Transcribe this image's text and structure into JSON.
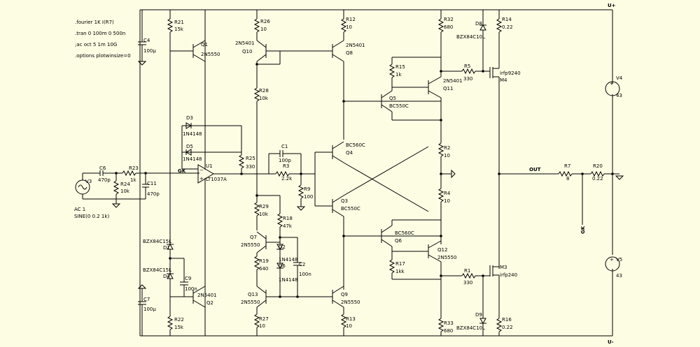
{
  "spice_directives": [
    ".fourier 1K I(R7)",
    ".tran 0 100m 0 500n",
    ";ac oct 5 1m 10G",
    ".options plotwinsize=0"
  ],
  "rails": {
    "pos": "U+",
    "neg": "U-"
  },
  "net_labels": {
    "gk_input": "GK",
    "gk_output": "GK",
    "out": "OUT"
  },
  "source_v3": {
    "name": "V3",
    "ac": "AC 1",
    "sine": "SINE(0 0.2 1k)"
  },
  "components": {
    "R21": {
      "name": "R21",
      "value": "15k"
    },
    "R22": {
      "name": "R22",
      "value": "15k"
    },
    "R26": {
      "name": "R26",
      "value": "10"
    },
    "R28": {
      "name": "R28",
      "value": "10k"
    },
    "R25": {
      "name": "R25",
      "value": "330"
    },
    "R23": {
      "name": "R23",
      "value": "1k"
    },
    "R24": {
      "name": "R24",
      "value": "10k"
    },
    "R3": {
      "name": "R3",
      "value": "2.2k"
    },
    "R9": {
      "name": "R9",
      "value": "100"
    },
    "R29": {
      "name": "R29",
      "value": "10k"
    },
    "R18": {
      "name": "R18",
      "value": "47k"
    },
    "R19": {
      "name": "R19",
      "value": "640"
    },
    "R27": {
      "name": "R27",
      "value": "10"
    },
    "R12": {
      "name": "R12",
      "value": "10"
    },
    "R13": {
      "name": "R13",
      "value": "10"
    },
    "R15": {
      "name": "R15",
      "value": "1k"
    },
    "R17": {
      "name": "R17",
      "value": "1kk"
    },
    "R32": {
      "name": "R32",
      "value": "680"
    },
    "R33": {
      "name": "R33",
      "value": "680"
    },
    "R5": {
      "name": "R5",
      "value": "330"
    },
    "R1": {
      "name": "R1",
      "value": "330"
    },
    "R2": {
      "name": "R2",
      "value": "10"
    },
    "R4": {
      "name": "R4",
      "value": "10"
    },
    "R14": {
      "name": "R14",
      "value": "0.22"
    },
    "R16": {
      "name": "R16",
      "value": "0.22"
    },
    "R7": {
      "name": "R7",
      "value": "8"
    },
    "R20": {
      "name": "R20",
      "value": "0.22"
    },
    "C4": {
      "name": "C4",
      "value": "100µ"
    },
    "C7": {
      "name": "C7",
      "value": "100µ"
    },
    "C6": {
      "name": "C6",
      "value": "470p"
    },
    "C11": {
      "name": "C11",
      "value": "470p"
    },
    "C1": {
      "name": "C1",
      "value": "100p"
    },
    "C9": {
      "name": "C9",
      "value": "100n"
    },
    "C2": {
      "name": "C2",
      "value": "100n"
    },
    "Q1": {
      "name": "Q1",
      "value": "2N5550"
    },
    "Q2": {
      "name": "Q2",
      "value": "2N5401"
    },
    "Q10": {
      "name": "Q10",
      "value": "2N5401"
    },
    "Q8": {
      "name": "Q8",
      "value": "2N5401"
    },
    "Q7": {
      "name": "Q7",
      "value": "2N5550"
    },
    "Q13": {
      "name": "Q13",
      "value": "2N5550"
    },
    "Q9": {
      "name": "Q9",
      "value": "2N5550"
    },
    "Q4": {
      "name": "Q4",
      "value": "BC560C"
    },
    "Q3": {
      "name": "Q3",
      "value": "BC550C"
    },
    "Q5": {
      "name": "Q5",
      "value": "BC550C"
    },
    "Q6": {
      "name": "Q6",
      "value": "BC560C"
    },
    "Q11": {
      "name": "Q11",
      "value": "2N5401"
    },
    "Q12": {
      "name": "Q12",
      "value": "2N5550"
    },
    "M4": {
      "name": "M4",
      "value": "irfp9240"
    },
    "M3": {
      "name": "M3",
      "value": "irfp240"
    },
    "D3": {
      "name": "D3",
      "value": "1N4148"
    },
    "D5": {
      "name": "D5",
      "value": "1N4148"
    },
    "D2": {
      "name": "D2",
      "value": "1N4148"
    },
    "D6": {
      "name": "D6",
      "value": "1N4148"
    },
    "D1": {
      "name": "D1",
      "value": "BZX84C15L"
    },
    "D4": {
      "name": "D4",
      "value": "BZX84C15L"
    },
    "D8": {
      "name": "D8",
      "value": "BZX84C10L"
    },
    "D9": {
      "name": "D9",
      "value": "BZX84C10L"
    },
    "U1": {
      "name": "U1",
      "value": "LT1037A"
    },
    "V4": {
      "name": "V4",
      "value": "43"
    },
    "V5": {
      "name": "V5",
      "value": "43"
    }
  },
  "colors": {
    "background": "#fdfde4",
    "wire": "#000000"
  }
}
